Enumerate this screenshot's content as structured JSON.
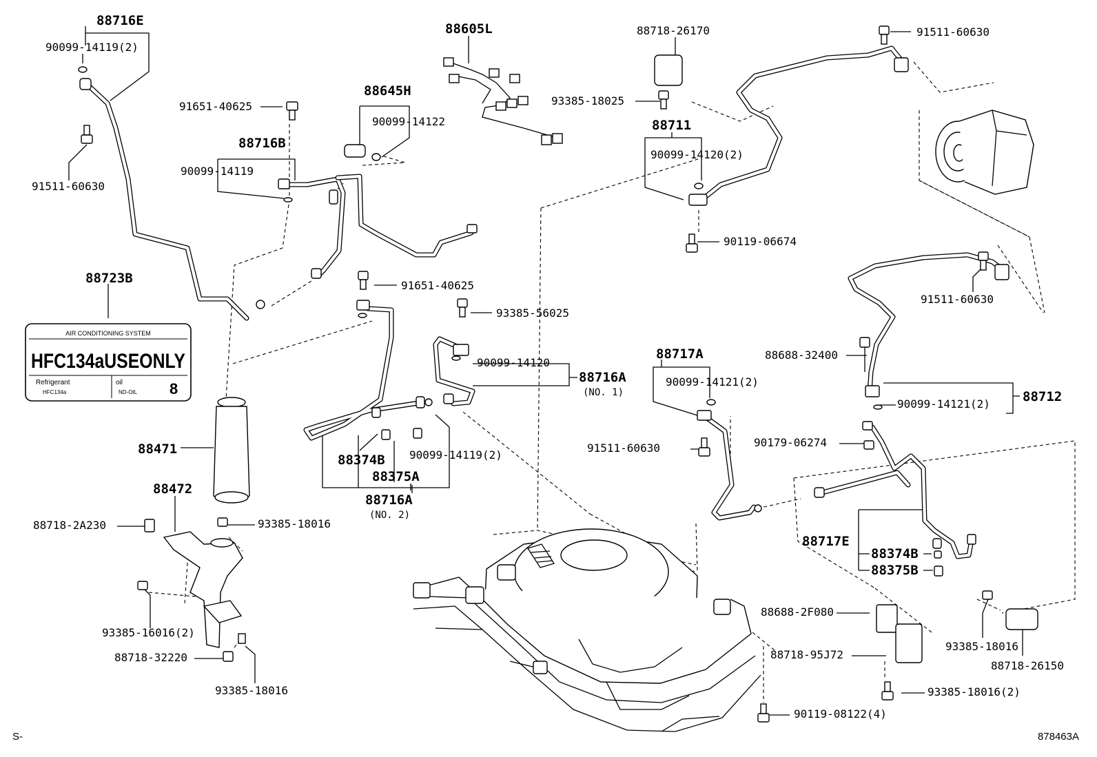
{
  "callouts": {
    "p88716E": "88716E",
    "p90099_14119_2a": "90099-14119(2)",
    "p91511_60630_a": "91511-60630",
    "p91651_40625_a": "91651-40625",
    "p88716B": "88716B",
    "p90099_14119": "90099-14119",
    "p88605L": "88605L",
    "p88645H": "88645H",
    "p90099_14122": "90099-14122",
    "p88718_26170": "88718-26170",
    "p93385_18025": "93385-18025",
    "p88711": "88711",
    "p90099_14120_2": "90099-14120(2)",
    "p90119_06674": "90119-06674",
    "p91511_60630_b": "91511-60630",
    "p91511_60630_c": "91511-60630",
    "p88723B": "88723B",
    "p91651_40625_b": "91651-40625",
    "p93385_56025": "93385-56025",
    "p90099_14120": "90099-14120",
    "p88716A_1": "88716A",
    "p88716A_1_sub": "(NO. 1)",
    "p88717A": "88717A",
    "p90099_14121_2a": "90099-14121(2)",
    "p91511_60630_d": "91511-60630",
    "p88688_32400": "88688-32400",
    "p88712": "88712",
    "p90099_14121_2b": "90099-14121(2)",
    "p90179_06274": "90179-06274",
    "p88471": "88471",
    "p88374B_a": "88374B",
    "p88375A": "88375A",
    "p90099_14119_2b": "90099-14119(2)",
    "p88716A_2": "88716A",
    "p88716A_2_sub": "(NO. 2)",
    "p88472": "88472",
    "p88718_2A230": "88718-2A230",
    "p93385_18016_a": "93385-18016",
    "p93385_16016_2": "93385-16016(2)",
    "p88718_32220": "88718-32220",
    "p93385_18016_b": "93385-18016",
    "p88717E": "88717E",
    "p88374B_b": "88374B",
    "p88375B": "88375B",
    "p88688_2F080": "88688-2F080",
    "p88718_95J72": "88718-95J72",
    "p93385_18016_2": "93385-18016(2)",
    "p93385_18016_c": "93385-18016",
    "p88718_26150": "88718-26150",
    "p90119_08122_4": "90119-08122(4)"
  },
  "label_88723B": {
    "header": "AIR CONDITIONING SYSTEM",
    "main": "HFC134aUSEONLY",
    "refrigerant_label": "Refrigerant",
    "refrigerant_value": "HFC134a",
    "oil_label": "oil",
    "oil_value": "ND-OIL",
    "oil_number": "8"
  },
  "footer": {
    "left_mark": "S-",
    "figure_id": "878463A"
  }
}
